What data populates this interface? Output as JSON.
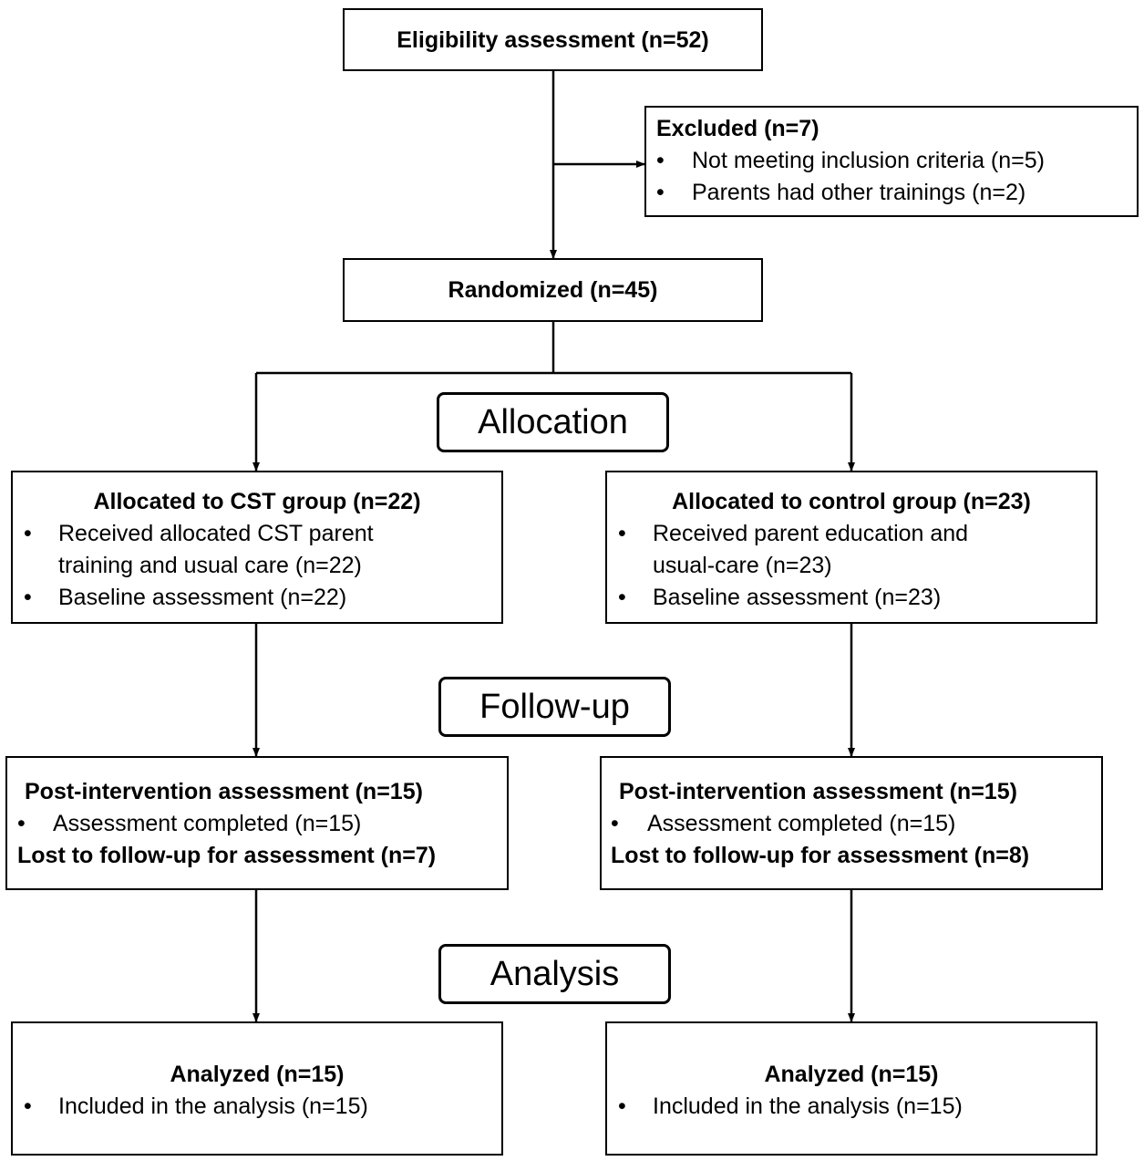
{
  "eligibility": {
    "title": "Eligibility assessment (n=52)"
  },
  "excluded": {
    "title": "Excluded (n=7)",
    "items": [
      "Not meeting inclusion criteria (n=5)",
      "Parents had other trainings (n=2)"
    ]
  },
  "randomized": {
    "title": "Randomized (n=45)"
  },
  "stages": {
    "allocation": "Allocation",
    "follow_up": "Follow-up",
    "analysis": "Analysis"
  },
  "cst_group": {
    "allocated": {
      "title": "Allocated to CST group (n=22)",
      "items": [
        "Received allocated CST parent",
        "training and usual care (n=22)",
        "Baseline assessment (n=22)"
      ]
    },
    "post": {
      "title": "Post-intervention assessment (n=15)",
      "item": "Assessment completed (n=15)",
      "lost": "Lost to follow-up for assessment (n=7)"
    },
    "analyzed": {
      "title": "Analyzed (n=15)",
      "item": "Included in the analysis (n=15)"
    }
  },
  "control_group": {
    "allocated": {
      "title": "Allocated to control group (n=23)",
      "items": [
        "Received parent education and",
        "usual-care (n=23)",
        "Baseline assessment (n=23)"
      ]
    },
    "post": {
      "title": "Post-intervention assessment (n=15)",
      "item": "Assessment completed (n=15)",
      "lost": "Lost to follow-up for assessment (n=8)"
    },
    "analyzed": {
      "title": "Analyzed (n=15)",
      "item": "Included in the analysis (n=15)"
    }
  },
  "bullet": "•"
}
